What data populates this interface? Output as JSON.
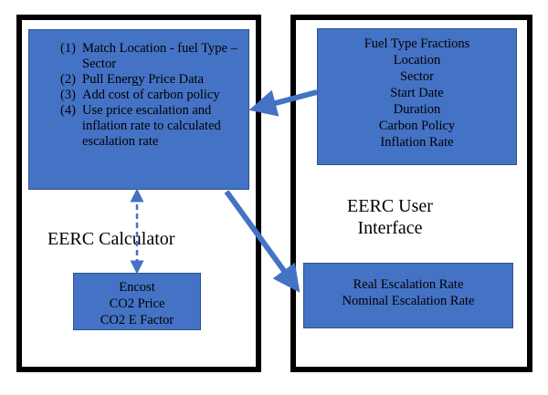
{
  "calculator": {
    "title": "EERC Calculator",
    "steps": [
      {
        "num": "(1)",
        "text": "Match Location -  fuel Type – Sector"
      },
      {
        "num": "(2)",
        "text": "Pull Energy Price Data"
      },
      {
        "num": "(3)",
        "text": "Add cost of carbon policy"
      },
      {
        "num": "(4)",
        "text": "Use price escalation and inflation rate to calculated escalation rate"
      }
    ],
    "data_sources": [
      "Encost",
      "CO2 Price",
      "CO2 E Factor"
    ]
  },
  "user_interface": {
    "title_line1": "EERC User",
    "title_line2": "Interface",
    "inputs": [
      "Fuel Type Fractions",
      "Location",
      "Sector",
      "Start Date",
      "Duration",
      "Carbon Policy",
      "Inflation Rate"
    ],
    "outputs": [
      "Real Escalation Rate",
      "Nominal Escalation Rate"
    ]
  },
  "colors": {
    "box_fill": "#4472c4",
    "arrow": "#4472c4",
    "frame": "#000000"
  }
}
